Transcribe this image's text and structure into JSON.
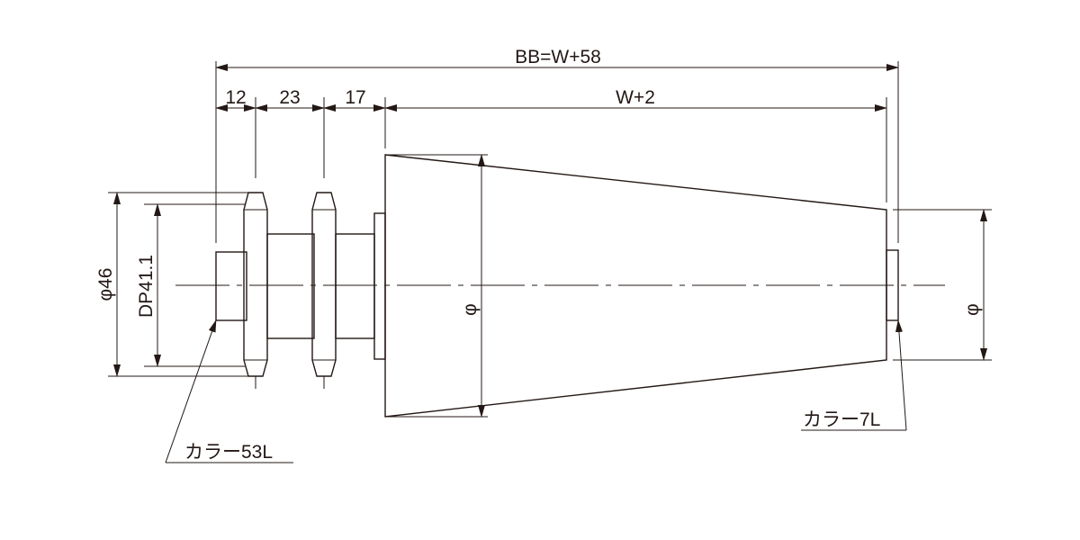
{
  "dimensions": {
    "overall": "BB=W+58",
    "segment_1": "12",
    "segment_2": "23",
    "segment_3": "17",
    "roller_length": "W+2",
    "flange_diameter": "φ46",
    "pitch_diameter": "DP41.1",
    "roller_diameter": "φ",
    "end_diameter": "φ"
  },
  "callouts": {
    "collar_left": "カラー53L",
    "collar_right": "カラー7L"
  }
}
